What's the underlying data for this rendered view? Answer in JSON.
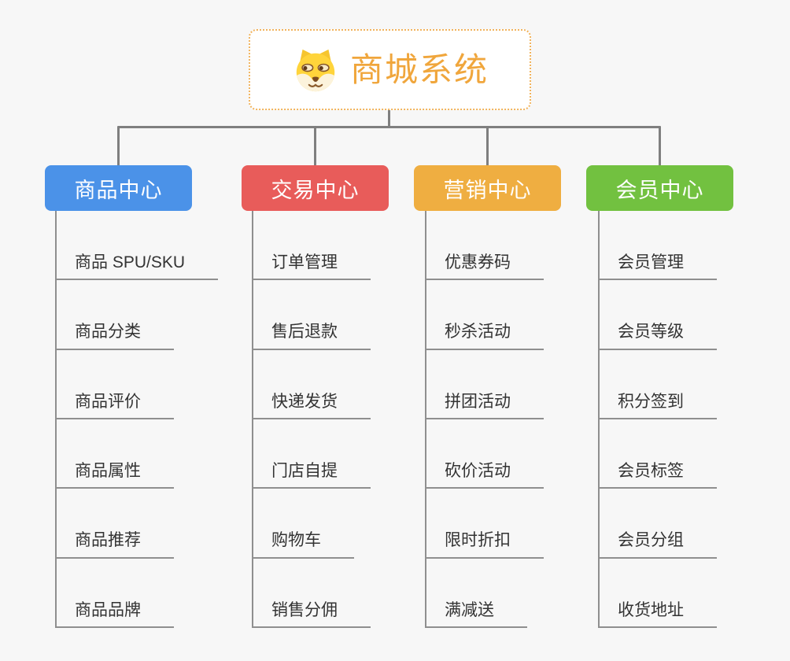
{
  "root": {
    "title": "商城系统",
    "icon": "dog-face-icon"
  },
  "branches": [
    {
      "label": "商品中心",
      "color": "#4b92e8",
      "items": [
        "商品 SPU/SKU",
        "商品分类",
        "商品评价",
        "商品属性",
        "商品推荐",
        "商品品牌"
      ]
    },
    {
      "label": "交易中心",
      "color": "#e85c5a",
      "items": [
        "订单管理",
        "售后退款",
        "快递发货",
        "门店自提",
        "购物车",
        "销售分佣"
      ]
    },
    {
      "label": "营销中心",
      "color": "#efae41",
      "items": [
        "优惠券码",
        "秒杀活动",
        "拼团活动",
        "砍价活动",
        "限时折扣",
        "满减送"
      ]
    },
    {
      "label": "会员中心",
      "color": "#72c140",
      "items": [
        "会员管理",
        "会员等级",
        "积分签到",
        "会员标签",
        "会员分组",
        "收货地址"
      ]
    }
  ],
  "colors": {
    "background": "#f7f7f7",
    "connector_line": "#7f7f7f",
    "leaf_line": "#8f8f8f",
    "leaf_text": "#333333",
    "root_text": "#f0a63c",
    "root_border": "#f1b35c"
  }
}
